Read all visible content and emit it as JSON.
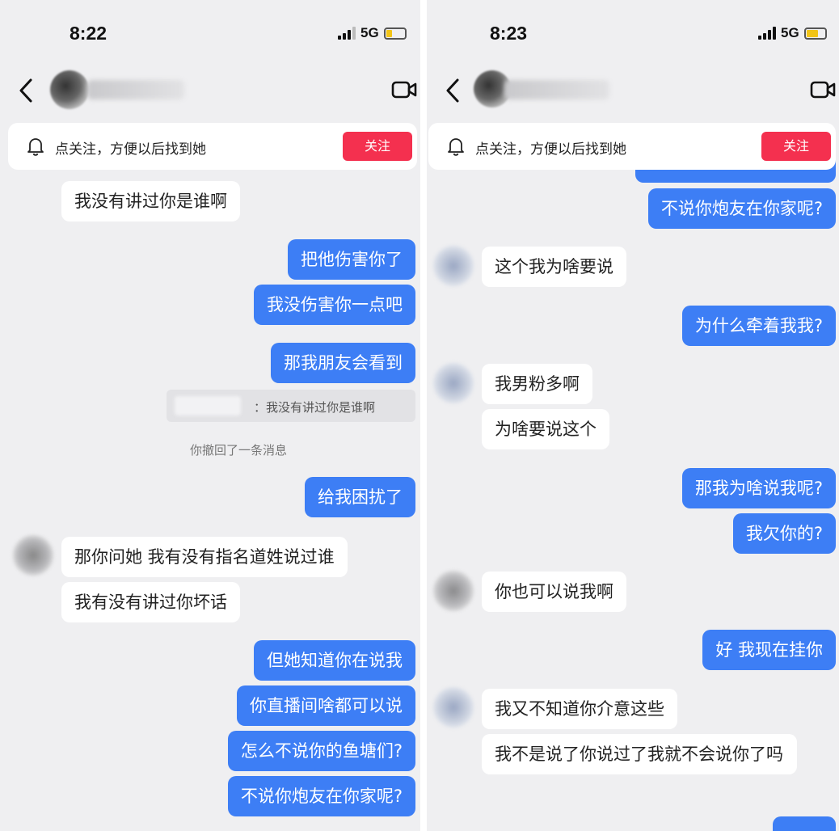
{
  "panels": [
    {
      "status": {
        "time": "8:22",
        "network": "5G"
      },
      "banner": {
        "text": "点关注，方便以后找到她",
        "follow_label": "关注"
      },
      "messages": [
        {
          "text": "我没有讲过你是谁啊"
        },
        {
          "text": "把他伤害你了"
        },
        {
          "text": "我没伤害你一点吧"
        },
        {
          "text": "那我朋友会看到"
        },
        {
          "text": "给我困扰了"
        },
        {
          "text": "那你问她 我有没有指名道姓说过谁"
        },
        {
          "text": "我有没有讲过你坏话"
        },
        {
          "text": "但她知道你在说我"
        },
        {
          "text": "你直播间啥都可以说"
        },
        {
          "text": "怎么不说你的鱼塘们?"
        },
        {
          "text": "不说你炮友在你家呢?"
        }
      ],
      "quote": {
        "text": "：我没有讲过你是谁啊"
      },
      "system_message": "你撤回了一条消息"
    },
    {
      "status": {
        "time": "8:23",
        "network": "5G"
      },
      "banner": {
        "text": "点关注，方便以后找到她",
        "follow_label": "关注"
      },
      "messages": [
        {
          "text": "不说你炮友在你家呢?"
        },
        {
          "text": "这个我为啥要说"
        },
        {
          "text": "为什么牵着我我?"
        },
        {
          "text": "我男粉多啊"
        },
        {
          "text": "为啥要说这个"
        },
        {
          "text": "那我为啥说我呢?"
        },
        {
          "text": "我欠你的?"
        },
        {
          "text": "你也可以说我啊"
        },
        {
          "text": "好 我现在挂你"
        },
        {
          "text": "我又不知道你介意这些"
        },
        {
          "text": "我不是说了你说过了我就不会说你了吗"
        }
      ]
    }
  ],
  "colors": {
    "outgoing_bubble": "#3d7ef5",
    "incoming_bubble": "#ffffff",
    "follow_button": "#f4304f",
    "background": "#efeff1"
  }
}
